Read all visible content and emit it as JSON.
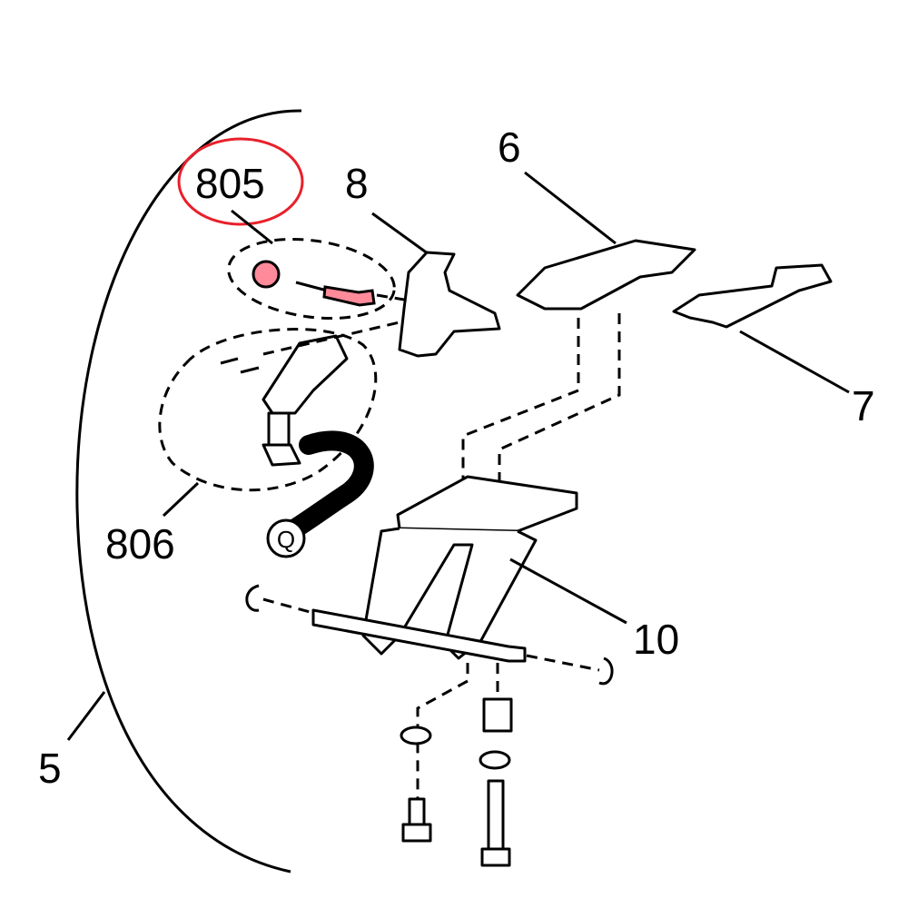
{
  "diagram": {
    "labels": {
      "p805": "805",
      "p806": "806",
      "p8": "8",
      "p6": "6",
      "p7": "7",
      "p10": "10",
      "p5": "5",
      "hose_end": "Q"
    },
    "colors": {
      "highlight_ring": "#e8202a",
      "highlight_part": "#ff8a9a",
      "line": "#000000"
    }
  }
}
